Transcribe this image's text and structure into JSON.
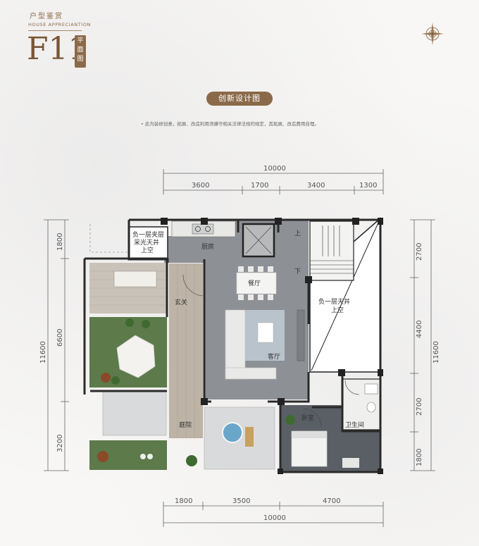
{
  "header": {
    "subtitle_cn": "户型鉴赏",
    "subtitle_en": "HOUSE APPRECIANTION",
    "unit_code": "F11",
    "badge": "平面图"
  },
  "section_title": "创新设计图",
  "disclaimer": "• 此为装修创意，拓展、改造利用须遵守相关法律法规的规定，其拓展、改造费用自理。",
  "dimensions": {
    "top_total": "10000",
    "top_segments": [
      "3600",
      "1700",
      "3400",
      "1300"
    ],
    "bottom_total": "10000",
    "bottom_segments": [
      "1800",
      "3500",
      "4700"
    ],
    "left_total": "11600",
    "left_segments": [
      "1800",
      "6600",
      "3200"
    ],
    "right_total": "11600",
    "right_segments": [
      "2700",
      "4400",
      "2700",
      "1800"
    ]
  },
  "rooms": {
    "lightwell_mezzanine": [
      "负一层夹层",
      "采光天井",
      "上空"
    ],
    "kitchen": "厨房",
    "dining": "餐厅",
    "entrance": "玄关",
    "living": "客厅",
    "lower_lightwell": [
      "负一层天井",
      "上空"
    ],
    "stair_up": "上",
    "stair_down": "下",
    "bedroom": "卧室",
    "bathroom": "卫生间",
    "courtyard": "庭院"
  },
  "colors": {
    "brand": "#8b6a4a",
    "wall": "#2a2a2a",
    "floor_gray": "#8d9094",
    "lawn": "#5c7a4a",
    "wood_floor": "#bdb3a6",
    "light_tile": "#d9dadb"
  }
}
